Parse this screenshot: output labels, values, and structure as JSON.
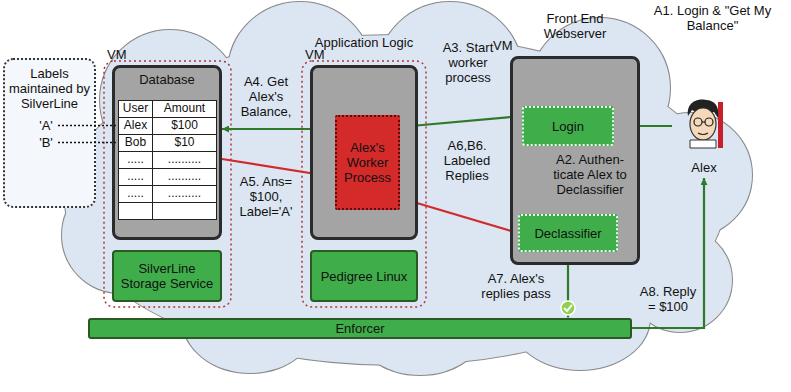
{
  "diagram": {
    "nodes": [
      {
        "text": [
          "Labels maintained by SilverLine"
        ]
      },
      {
        "text": [
          "VM",
          "Database"
        ]
      },
      {
        "text": [
          "SilverLine Storage Service"
        ]
      },
      {
        "text": [
          "Application Logic",
          "VM"
        ]
      },
      {
        "text": [
          "Alex's Worker Process"
        ],
        "in": 3
      },
      {
        "text": [
          "Pedigree Linux"
        ]
      },
      {
        "text": [
          "Front End Webserver",
          "VM"
        ]
      },
      {
        "text": [
          "Login"
        ],
        "in": 6
      },
      {
        "text": [
          "Declassifier"
        ],
        "in": 6
      },
      {
        "text": [
          "Alex"
        ]
      },
      {
        "text": [
          "Enforcer"
        ]
      }
    ],
    "edges": [
      {
        "from": 9,
        "to": 7,
        "label": "A1. Login & \"Get My Balance\"",
        "arrow": "to"
      },
      {
        "from": 7,
        "to": 8,
        "label": "A2. Authen- ticate Alex to Declassifier",
        "arrow": "to"
      },
      {
        "from": 7,
        "to": 4,
        "label": "A3. Start worker process",
        "arrow": "to"
      },
      {
        "from": 4,
        "to": 1,
        "label": "A4. Get Alex's Balance,",
        "arrow": "to"
      },
      {
        "from": 1,
        "to": 4,
        "label": "A5. Ans= $100, Label='A'",
        "arrow": "to"
      },
      {
        "from": 4,
        "to": 8,
        "label": "A6,B6. Labeled Replies",
        "arrow": "to"
      },
      {
        "from": 8,
        "to": 10,
        "label": "A7. Alex's replies pass",
        "arrow": "to"
      },
      {
        "from": 10,
        "to": 9,
        "label": "A8. Reply = $100",
        "arrow": "to"
      }
    ],
    "labels": [
      "'A'",
      "'B'",
      "User",
      "Amount",
      "Alex",
      "$100",
      "Bob",
      "$10",
      ".....",
      "..........",
      ".....",
      "..........",
      ".....",
      ".........."
    ]
  }
}
